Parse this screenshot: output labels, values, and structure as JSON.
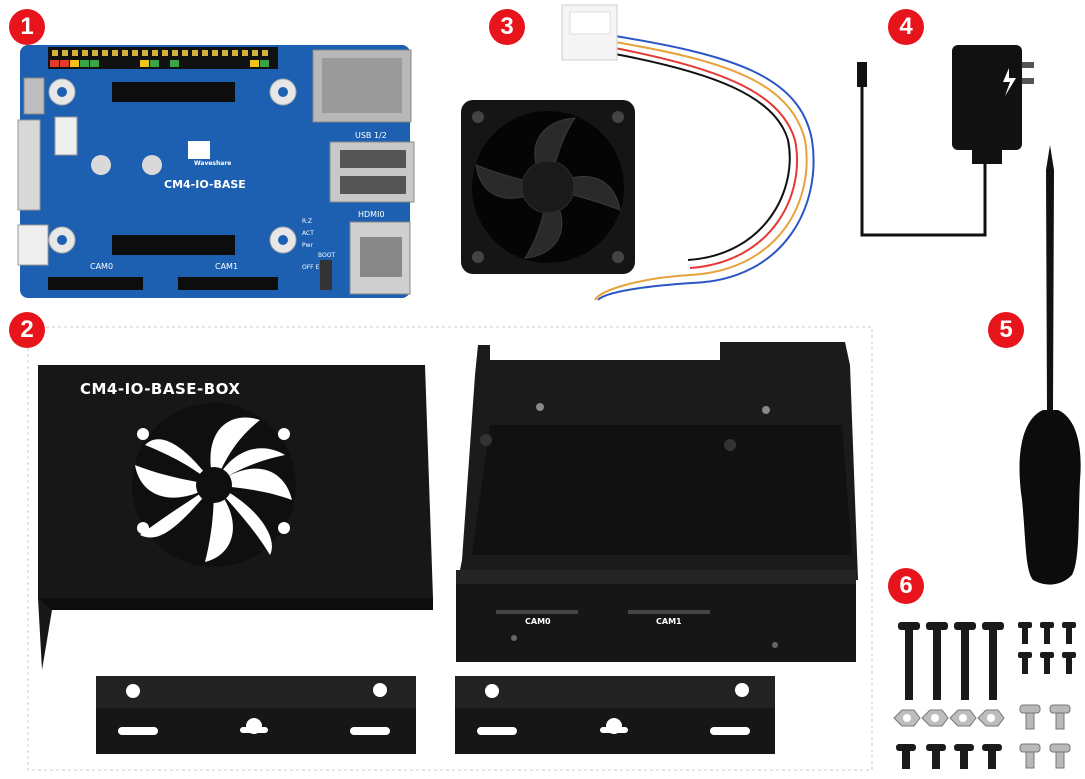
{
  "badges": [
    "1",
    "2",
    "3",
    "4",
    "5",
    "6"
  ],
  "board": {
    "brand": "Waveshare",
    "name": "CM4-IO-BASE",
    "usb": "USB 1/2",
    "hdmi": "HDMI0",
    "cam0": "CAM0",
    "cam1": "CAM1",
    "led1": "R.Z",
    "led2": "ACT",
    "led3": "Pwr",
    "boot": "BOOT",
    "off": "OFF E"
  },
  "case": {
    "lid_title": "CM4-IO-BASE-BOX",
    "cam0": "CAM0",
    "cam1": "CAM1"
  },
  "colors": {
    "badge": "#e8141c",
    "board": "#1d5fb0",
    "metal": "#1a1a1a"
  }
}
